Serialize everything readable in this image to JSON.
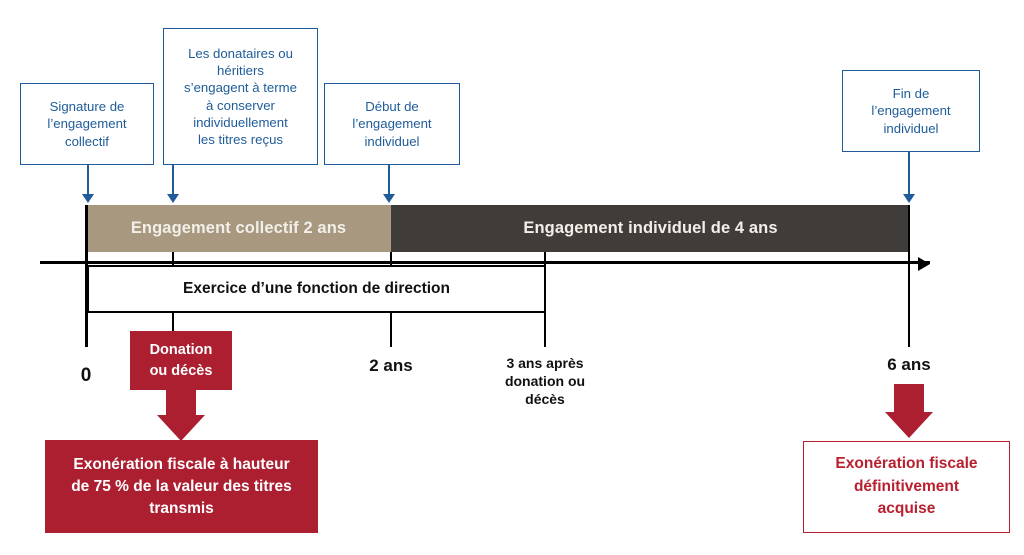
{
  "diagram": {
    "title_text_present": false,
    "colors": {
      "blue": "#1f5c99",
      "tan": "#a89880",
      "dark": "#403c39",
      "red_fill": "#ac1f31",
      "red_outline": "#b9202f",
      "black": "#000000",
      "white": "#ffffff"
    },
    "callouts": [
      {
        "name": "signature-engagement-collectif",
        "text": "Signature de\nl’engagement\ncollectif"
      },
      {
        "name": "donataires-heritiers",
        "text": "Les donataires ou\nhéritiers\ns’engagent à terme\nà conserver\nindividuellement\nles titres reçus"
      },
      {
        "name": "debut-engagement-individuel",
        "text": "Début de\nl’engagement\nindividuel"
      },
      {
        "name": "fin-engagement-individuel",
        "text": "Fin de\nl’engagement\nindividuel"
      }
    ],
    "timeline": {
      "segments": [
        {
          "name": "engagement-collectif",
          "label": "Engagement collectif 2 ans",
          "color": "#a89880"
        },
        {
          "name": "engagement-individuel",
          "label": "Engagement individuel de 4 ans",
          "color": "#403c39"
        }
      ]
    },
    "direction_box": {
      "label": "Exercice d’une fonction de direction"
    },
    "tick_labels": [
      {
        "name": "tick-0",
        "text": "0"
      },
      {
        "name": "tick-2-ans",
        "text": "2 ans"
      },
      {
        "name": "tick-3-ans-apres",
        "text": "3 ans après\ndonation ou\ndécès"
      },
      {
        "name": "tick-6-ans",
        "text": "6 ans"
      }
    ],
    "event_badge": {
      "label": "Donation\nou décès"
    },
    "outcomes": [
      {
        "name": "exoneration-75",
        "text": "Exonération fiscale à hauteur\nde 75 % de la valeur des titres\ntransmis",
        "style": "filled"
      },
      {
        "name": "exoneration-definitive",
        "text": "Exonération fiscale\ndéfinitivement\nacquise",
        "style": "outlined"
      }
    ]
  }
}
